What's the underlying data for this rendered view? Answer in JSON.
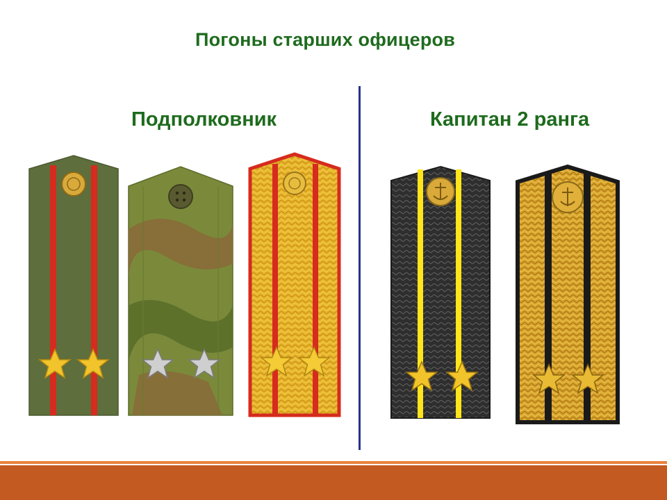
{
  "slide": {
    "title": "Погоны старших офицеров",
    "left_label": "Подполковник",
    "right_label": "Капитан 2 ранга"
  },
  "colors": {
    "title_green": "#1e6b1e",
    "divider_blue": "#27318f",
    "footer_orange": "#c25a22",
    "footer_line": "#e9823a",
    "army_green": "#5a6b38",
    "piping_red": "#d62b1e",
    "gold": "#e8b52a",
    "navy_black": "#2a2a2a",
    "navy_stripe": "#ffe51a"
  },
  "shoulder_boards": [
    {
      "name": "everyday-army-board",
      "style": "olive",
      "stars": 2,
      "star_color": "gold",
      "emblem": "army-button"
    },
    {
      "name": "field-camouflage-board",
      "style": "camo",
      "stars": 2,
      "star_color": "silver",
      "emblem": "field-button"
    },
    {
      "name": "parade-gold-board",
      "style": "gold-red",
      "stars": 2,
      "star_color": "gold",
      "emblem": "army-button"
    },
    {
      "name": "navy-black-board",
      "style": "navy-black",
      "stars": 2,
      "star_color": "gold",
      "emblem": "anchor-button"
    },
    {
      "name": "navy-gold-board",
      "style": "navy-gold",
      "stars": 2,
      "star_color": "gold",
      "emblem": "anchor-button"
    }
  ]
}
